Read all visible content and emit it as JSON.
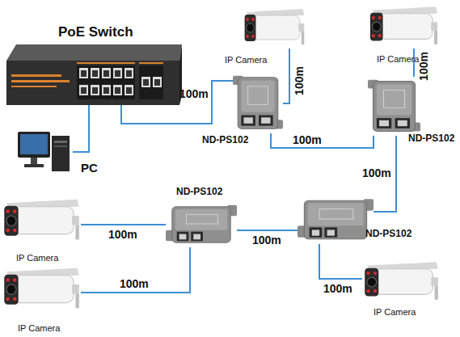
{
  "diagram": {
    "nodes": [
      {
        "text": [
          "PoE Switch"
        ]
      },
      {
        "text": [
          "IP Camera"
        ]
      },
      {
        "text": [
          "IP Camera"
        ]
      },
      {
        "text": [
          "ND-PS102"
        ]
      },
      {
        "text": [
          "ND-PS102"
        ]
      },
      {
        "text": [
          "PC"
        ]
      },
      {
        "text": [
          "ND-PS102"
        ]
      },
      {
        "text": [
          "ND-PS102"
        ]
      },
      {
        "text": [
          "IP Camera"
        ]
      },
      {
        "text": [
          "IP Camera"
        ]
      },
      {
        "text": [
          "IP Camera"
        ]
      }
    ],
    "edges": [
      {
        "from": 0,
        "to": 3,
        "arrow": "none",
        "label": "100m"
      },
      {
        "from": 0,
        "to": 5,
        "arrow": "none"
      },
      {
        "from": 3,
        "to": 1,
        "arrow": "none",
        "label": "100m"
      },
      {
        "from": 3,
        "to": 4,
        "arrow": "none",
        "label": "100m"
      },
      {
        "from": 4,
        "to": 2,
        "arrow": "none",
        "label": "100m"
      },
      {
        "from": 4,
        "to": 7,
        "arrow": "none",
        "label": "100m"
      },
      {
        "from": 7,
        "to": 6,
        "arrow": "none",
        "label": "100m"
      },
      {
        "from": 7,
        "to": 9,
        "arrow": "none",
        "label": "100m"
      },
      {
        "from": 6,
        "to": 8,
        "arrow": "none",
        "label": "100m"
      },
      {
        "from": 6,
        "to": 10,
        "arrow": "none",
        "label": "100m"
      }
    ]
  }
}
